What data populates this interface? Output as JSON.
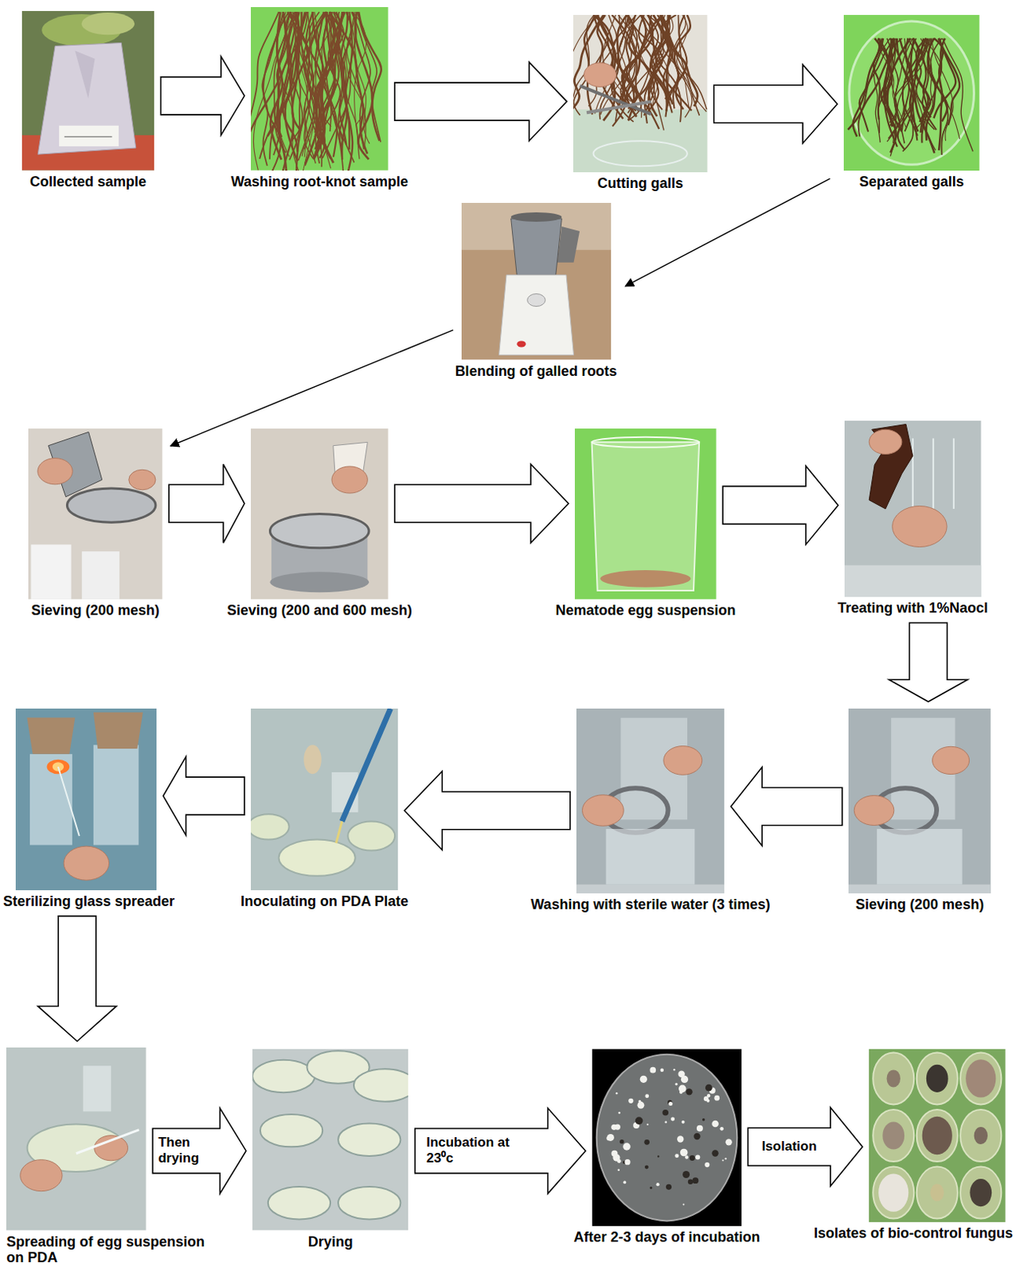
{
  "diagram": {
    "nodes": [
      {
        "text": [
          "Collected sample"
        ]
      },
      {
        "text": [
          "Washing root-knot sample"
        ]
      },
      {
        "text": [
          "Cutting galls"
        ]
      },
      {
        "text": [
          "Separated galls"
        ]
      },
      {
        "text": [
          "Blending of galled roots"
        ]
      },
      {
        "text": [
          "Sieving (200 mesh)"
        ]
      },
      {
        "text": [
          "Sieving (200 and 600 mesh)"
        ]
      },
      {
        "text": [
          "Nematode egg suspension"
        ]
      },
      {
        "text": [
          "Treating with 1%Naocl"
        ]
      },
      {
        "text": [
          "Sieving (200 mesh)"
        ]
      },
      {
        "text": [
          "Washing with sterile water (3 times)"
        ]
      },
      {
        "text": [
          "Inoculating on PDA Plate"
        ]
      },
      {
        "text": [
          "Sterilizing glass spreader"
        ]
      },
      {
        "text": [
          "Spreading of egg suspension on PDA"
        ]
      },
      {
        "text": [
          "Drying"
        ]
      },
      {
        "text": [
          "After 2-3 days of incubation"
        ]
      },
      {
        "text": [
          "Isolates of bio-control fungus"
        ]
      }
    ],
    "edges": [
      {
        "from": 0,
        "to": 1,
        "arrow": "to"
      },
      {
        "from": 1,
        "to": 2,
        "arrow": "to"
      },
      {
        "from": 2,
        "to": 3,
        "arrow": "to"
      },
      {
        "from": 3,
        "to": 4,
        "arrow": "to"
      },
      {
        "from": 4,
        "to": 5,
        "arrow": "to"
      },
      {
        "from": 5,
        "to": 6,
        "arrow": "to"
      },
      {
        "from": 6,
        "to": 7,
        "arrow": "to"
      },
      {
        "from": 7,
        "to": 8,
        "arrow": "to"
      },
      {
        "from": 8,
        "to": 9,
        "arrow": "to"
      },
      {
        "from": 9,
        "to": 10,
        "arrow": "to"
      },
      {
        "from": 10,
        "to": 11,
        "arrow": "to"
      },
      {
        "from": 11,
        "to": 12,
        "arrow": "to"
      },
      {
        "from": 12,
        "to": 13,
        "arrow": "to"
      },
      {
        "from": 13,
        "to": 14,
        "label": "Then drying",
        "arrow": "to"
      },
      {
        "from": 14,
        "to": 15,
        "label": "Incubation at 23⁰c",
        "arrow": "to"
      },
      {
        "from": 15,
        "to": 16,
        "label": "Isolation",
        "arrow": "to"
      }
    ]
  }
}
